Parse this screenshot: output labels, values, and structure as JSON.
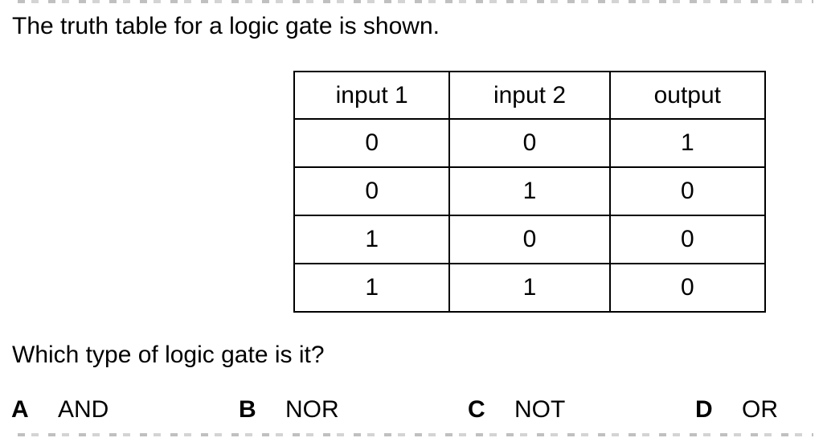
{
  "page": {
    "background": "#ffffff",
    "text_color": "#000000",
    "table_border_color": "#000000",
    "remnant_color": "#3c3c3c"
  },
  "question": {
    "intro": "The truth table for a logic gate is shown.",
    "prompt": "Which type of logic gate is it?"
  },
  "truth_table": {
    "headers": [
      "input 1",
      "input 2",
      "output"
    ],
    "rows": [
      [
        "0",
        "0",
        "1"
      ],
      [
        "0",
        "1",
        "0"
      ],
      [
        "1",
        "0",
        "0"
      ],
      [
        "1",
        "1",
        "0"
      ]
    ]
  },
  "options": [
    {
      "letter": "A",
      "label": "AND"
    },
    {
      "letter": "B",
      "label": "NOR"
    },
    {
      "letter": "C",
      "label": "NOT"
    },
    {
      "letter": "D",
      "label": "OR"
    }
  ]
}
